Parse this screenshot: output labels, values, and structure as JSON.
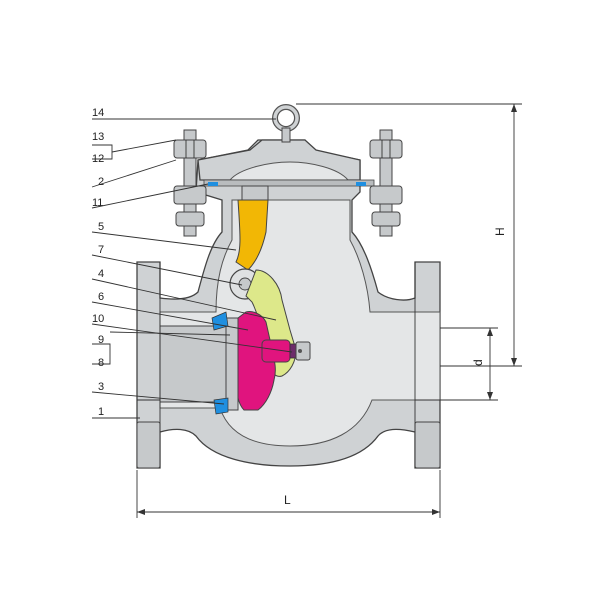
{
  "labels": {
    "l14": "14",
    "l13": "13",
    "l12": "12",
    "l2": "2",
    "l11": "11",
    "l5": "5",
    "l7": "7",
    "l4": "4",
    "l6": "6",
    "l10": "10",
    "l9": "9",
    "l8": "8",
    "l3": "3",
    "l1": "1"
  },
  "dimensions": {
    "H": "H",
    "d": "d",
    "L": "L"
  },
  "colors": {
    "body": "#cfd2d4",
    "cavity": "#e4e6e7",
    "disc": "#e0147e",
    "arm": "#dde88a",
    "hanger": "#f2b705",
    "seal": "#1f8fe0",
    "nut": "#6d2b6a"
  }
}
